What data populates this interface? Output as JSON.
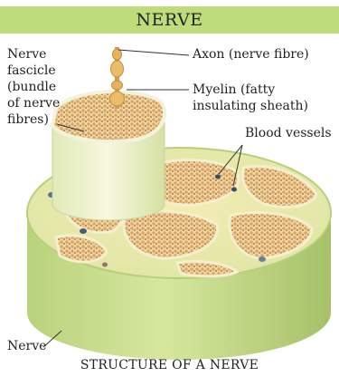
{
  "title": "NERVE",
  "labels": {
    "nerve_fascicle": [
      "Nerve",
      "fascicle",
      "(bundle",
      "of nerve",
      "fibres)"
    ],
    "axon": "Axon (nerve fibre)",
    "myelin": [
      "Myelin (fatty",
      "insulating sheath)"
    ],
    "blood_vessels": "Blood vessels",
    "nerve": "Nerve"
  },
  "caption": "STRUCTURE OF A NERVE",
  "colors": {
    "title_band": "#bedd7a",
    "sheath": "#cfe08a",
    "sheath_dark": "#a9c66a",
    "fascicle_sheath": "#eef3c9",
    "fibres": "#e3b57c",
    "axon": "#e3a94f"
  }
}
